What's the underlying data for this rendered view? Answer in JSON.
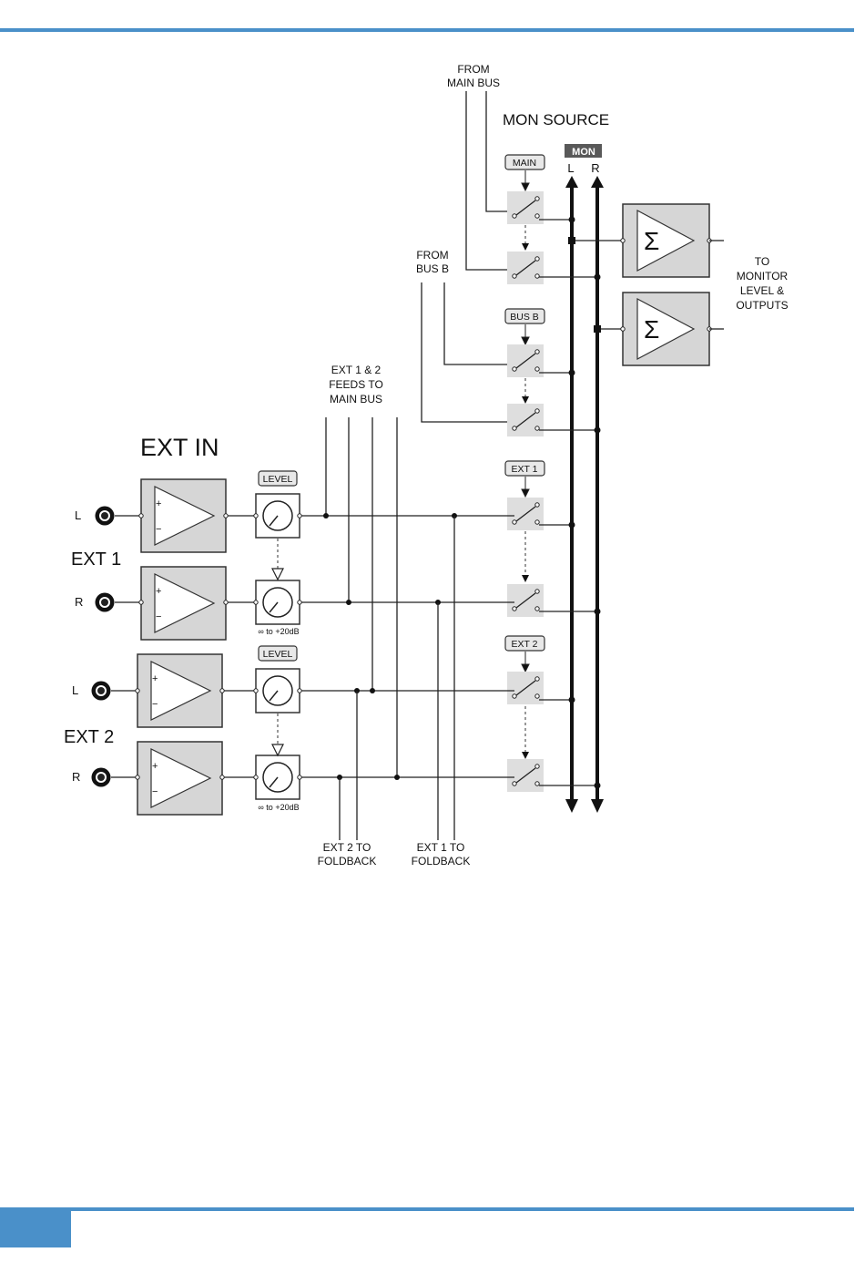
{
  "colors": {
    "accent": "#4a90c9",
    "block_fill": "#d6d6d6",
    "switch_fill": "#dedede",
    "line": "#111111",
    "mon_badge": "#595959"
  },
  "labels": {
    "from_main_bus": [
      "FROM",
      "MAIN BUS"
    ],
    "mon_source": "MON SOURCE",
    "mon_badge": "MON",
    "bus_l": "L",
    "bus_r": "R",
    "from_bus_b": [
      "FROM",
      "BUS B"
    ],
    "to_monitor": [
      "TO",
      "MONITOR",
      "LEVEL &",
      "OUTPUTS"
    ],
    "ext_feeds": [
      "EXT 1 & 2",
      "FEEDS TO",
      "MAIN BUS"
    ],
    "ext_in": "EXT IN",
    "ext1": "EXT 1",
    "ext2": "EXT 2",
    "channel_l": "L",
    "channel_r": "R",
    "level_tag": "LEVEL",
    "range": "∞ to +20dB",
    "ext2_foldback": [
      "EXT 2 TO",
      "FOLDBACK"
    ],
    "ext1_foldback": [
      "EXT 1 TO",
      "FOLDBACK"
    ],
    "sigma": "Σ",
    "plus": "+",
    "minus": "−"
  },
  "source_tags": [
    "MAIN",
    "BUS B",
    "EXT 1",
    "EXT 2"
  ],
  "icons": [
    "jack-socket-icon",
    "amplifier-icon",
    "level-knob-icon",
    "switch-icon",
    "summing-amplifier-icon"
  ]
}
